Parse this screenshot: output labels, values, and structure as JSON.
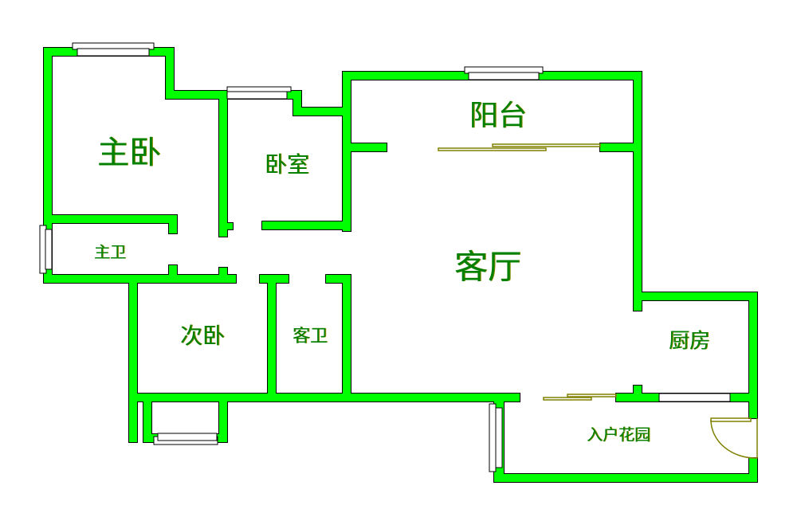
{
  "colors": {
    "wall": "#00ff00",
    "outline": "#000000",
    "label": "#008000",
    "door": "#808000"
  },
  "rooms": {
    "balcony": "阳台",
    "master_bedroom": "主卧",
    "bedroom": "卧室",
    "master_bath": "主卫",
    "living_room": "客厅",
    "second_bedroom": "次卧",
    "guest_bath": "客卫",
    "kitchen": "厨房",
    "entry_garden": "入户花园"
  }
}
